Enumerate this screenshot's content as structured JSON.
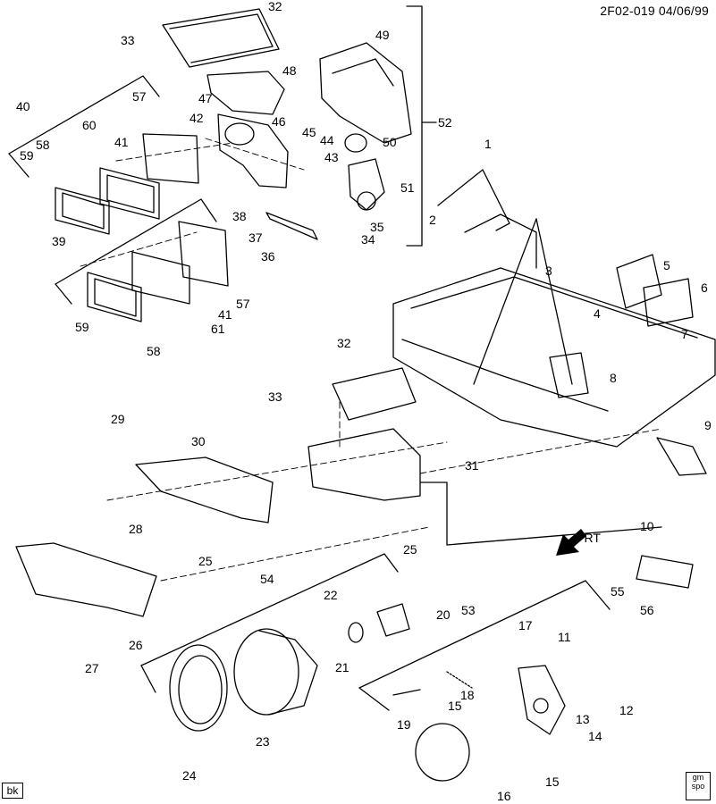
{
  "header": {
    "ref": "2F02-019  04/06/99"
  },
  "footer": {
    "left_tag": "bk",
    "logo": [
      "gm",
      "spo"
    ],
    "logo_icon": "gm-spo-logo-icon"
  },
  "arrow": {
    "label": "FRT"
  },
  "callouts": [
    "32",
    "33",
    "49",
    "48",
    "47",
    "46",
    "42",
    "40",
    "57",
    "60",
    "58",
    "41",
    "59",
    "45",
    "44",
    "43",
    "50",
    "52",
    "1",
    "51",
    "38",
    "2",
    "37",
    "36",
    "35",
    "34",
    "39",
    "3",
    "5",
    "4",
    "6",
    "7",
    "8",
    "9",
    "10",
    "57",
    "41",
    "59",
    "61",
    "58",
    "32",
    "33",
    "29",
    "30",
    "31",
    "28",
    "25",
    "25",
    "55",
    "56",
    "54",
    "22",
    "20",
    "53",
    "17",
    "11",
    "26",
    "27",
    "21",
    "18",
    "15",
    "12",
    "13",
    "19",
    "14",
    "23",
    "24",
    "15",
    "16"
  ]
}
